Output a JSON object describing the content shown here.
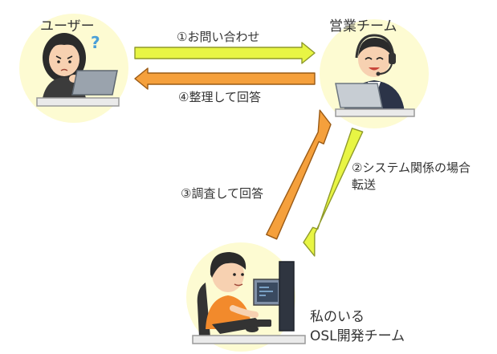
{
  "actors": {
    "user": {
      "label": "ユーザー"
    },
    "sales": {
      "label": "営業チーム"
    },
    "dev": {
      "label_line1": "私のいる",
      "label_line2": "OSL開発チーム"
    }
  },
  "edges": {
    "inquiry": {
      "label": "①お問い合わせ"
    },
    "system_transfer": {
      "label_line1": "②システム関係の場合",
      "label_line2": "転送"
    },
    "investigate": {
      "label": "③調査して回答"
    },
    "organize": {
      "label": "④整理して回答"
    }
  },
  "colors": {
    "yellow_arrow": "#e8f544",
    "orange_arrow": "#f5a03c",
    "circle_bg": "#fdfbd2",
    "user_shirt": "#3b3b3b",
    "sales_suit": "#2c3448",
    "dev_shirt": "#f28a2c",
    "laptop": "#9aa3ad",
    "question_mark": "#4a9fd8"
  },
  "icons": {
    "user": "thinking-woman-at-laptop-icon",
    "sales": "support-operator-with-headset-icon",
    "dev": "programmer-at-desktop-icon"
  }
}
